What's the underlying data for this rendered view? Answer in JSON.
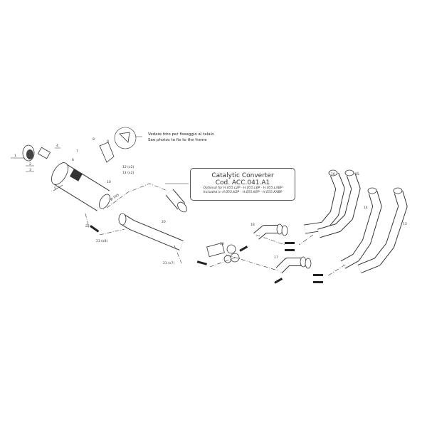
{
  "catalytic_converter": {
    "title": "Catalytic Converter",
    "code": "Cod. ACC.041.A1",
    "optional_line": "Optional for H.055.L2P - H.055.L6P - H.055.LXBP",
    "included_line": "Included in H.055.K2P - H.055.K6P - H.055.KXBP"
  },
  "frame_note": {
    "line_it": "Vedere foto per fissaggio al telaio",
    "line_en": "See photos to fix to the frame"
  },
  "diameter_label": "Ø 105",
  "part_labels": {
    "p1": "1",
    "p2": "2",
    "p3": "3",
    "p4": "4",
    "p5": "5",
    "p6": "6",
    "p7": "7",
    "p8": "8",
    "p9": "9",
    "p10": "10",
    "p11": "11 (x2)",
    "p12": "12 (x2)",
    "p13": "13",
    "p14": "14",
    "p15": "15",
    "p16": "16",
    "p17": "17",
    "p18": "18",
    "p19": "19",
    "p20": "20",
    "p21": "21 (x7)",
    "p22": "22",
    "p23": "23 (x8)"
  }
}
